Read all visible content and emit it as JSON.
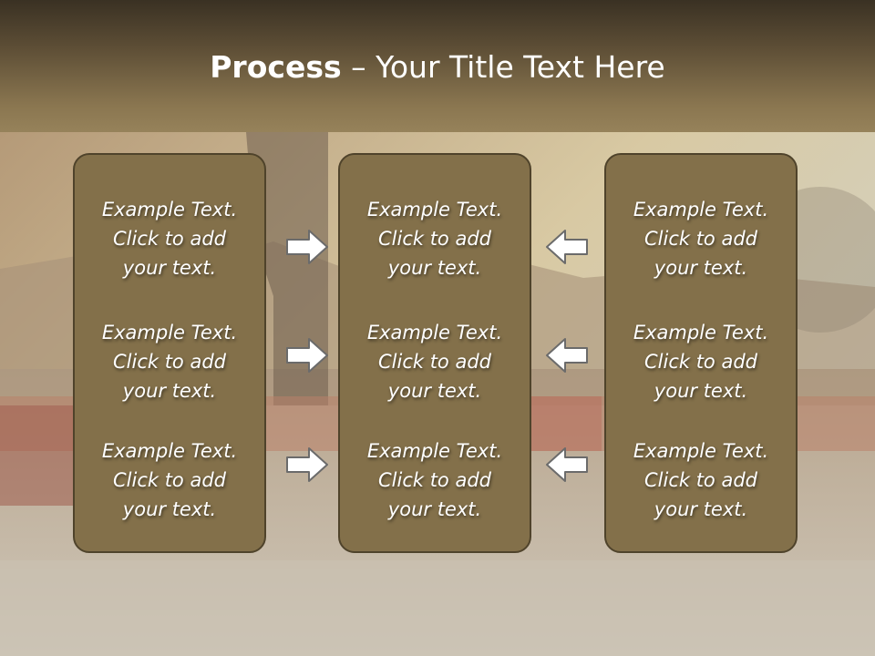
{
  "title": {
    "bold": "Process",
    "rest": " – Your Title Text Here"
  },
  "columns": [
    {
      "items": [
        {
          "line1": "Example Text.",
          "line2": "Click  to add",
          "line3": "your text."
        },
        {
          "line1": "Example Text.",
          "line2": "Click  to add",
          "line3": "your text."
        },
        {
          "line1": "Example Text.",
          "line2": "Click  to add",
          "line3": "your text."
        }
      ]
    },
    {
      "items": [
        {
          "line1": "Example Text.",
          "line2": "Click  to add",
          "line3": "your text."
        },
        {
          "line1": "Example Text.",
          "line2": "Click  to add",
          "line3": "your text."
        },
        {
          "line1": "Example Text.",
          "line2": "Click  to add",
          "line3": "your text."
        }
      ]
    },
    {
      "items": [
        {
          "line1": "Example Text.",
          "line2": "Click  to add",
          "line3": "your text."
        },
        {
          "line1": "Example Text.",
          "line2": "Click  to add",
          "line3": "your text."
        },
        {
          "line1": "Example Text.",
          "line2": "Click  to add",
          "line3": "your text."
        }
      ]
    }
  ],
  "colors": {
    "panel": "#83704a",
    "panel_border": "#4f432b",
    "header_dark": "#3a3123",
    "header_light": "#96825a",
    "arrow_fill": "#ffffff",
    "arrow_stroke": "#6b6b6b"
  },
  "arrows": {
    "left_group": "right-arrow-icon",
    "right_group": "left-arrow-icon"
  }
}
